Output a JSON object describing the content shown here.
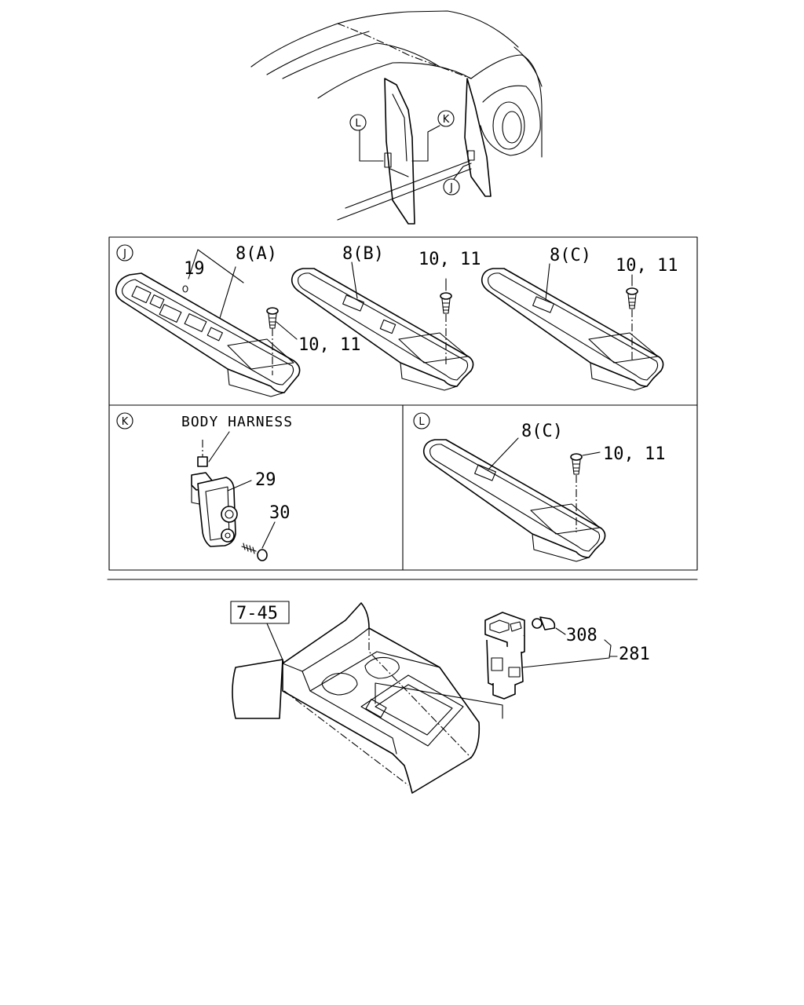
{
  "callouts": {
    "view_j": "J",
    "view_k": "K",
    "view_l": "L"
  },
  "panel_j": {
    "label_19": "19",
    "label_8a": "8(A)",
    "label_8b": "8(B)",
    "label_8c": "8(C)",
    "label_screw_1": "10, 11",
    "label_screw_2": "10, 11",
    "label_screw_3": "10, 11"
  },
  "panel_k": {
    "body_harness": "BODY HARNESS",
    "label_29": "29",
    "label_30": "30"
  },
  "panel_l": {
    "label_8c": "8(C)",
    "label_screw": "10, 11"
  },
  "console": {
    "ref_box": "7-45",
    "label_308": "308",
    "label_281": "281"
  }
}
